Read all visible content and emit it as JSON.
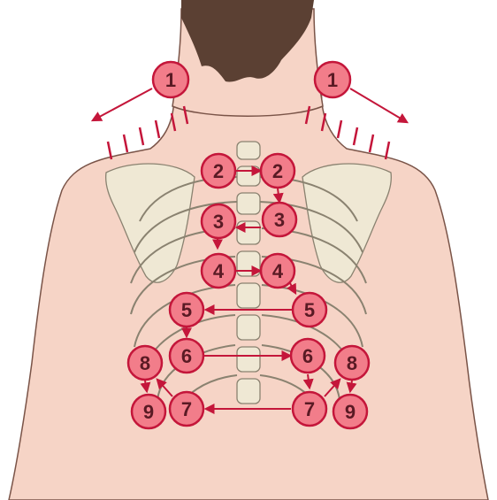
{
  "colors": {
    "skin": "#f6d4c6",
    "skin_shadow": "#e8b7a6",
    "outline": "#7a5448",
    "hair": "#5b4033",
    "bone": "#efe8d4",
    "bone_outline": "#8a8270",
    "marker_fill": "#f27d8a",
    "marker_stroke": "#c4163a",
    "arrow": "#c4163a"
  },
  "markers": [
    {
      "id": "m1-left",
      "label": "1"
    },
    {
      "id": "m1-right",
      "label": "1"
    },
    {
      "id": "m2-left",
      "label": "2"
    },
    {
      "id": "m2-right",
      "label": "2"
    },
    {
      "id": "m3-left",
      "label": "3"
    },
    {
      "id": "m3-right",
      "label": "3"
    },
    {
      "id": "m4-left",
      "label": "4"
    },
    {
      "id": "m4-right",
      "label": "4"
    },
    {
      "id": "m5-left",
      "label": "5"
    },
    {
      "id": "m5-right",
      "label": "5"
    },
    {
      "id": "m6-left",
      "label": "6"
    },
    {
      "id": "m6-right",
      "label": "6"
    },
    {
      "id": "m7-left",
      "label": "7"
    },
    {
      "id": "m7-right",
      "label": "7"
    },
    {
      "id": "m8-left",
      "label": "8"
    },
    {
      "id": "m8-right",
      "label": "8"
    },
    {
      "id": "m9-left",
      "label": "9"
    },
    {
      "id": "m9-right",
      "label": "9"
    }
  ]
}
